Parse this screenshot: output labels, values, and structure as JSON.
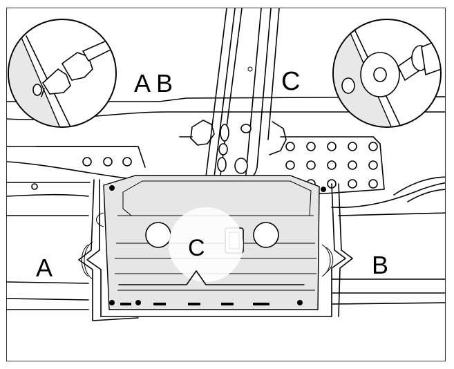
{
  "diagram": {
    "labels": {
      "inset_left": "A B",
      "inset_right": "C",
      "panel_center": "C",
      "side_left": "A",
      "side_right": "B"
    }
  }
}
